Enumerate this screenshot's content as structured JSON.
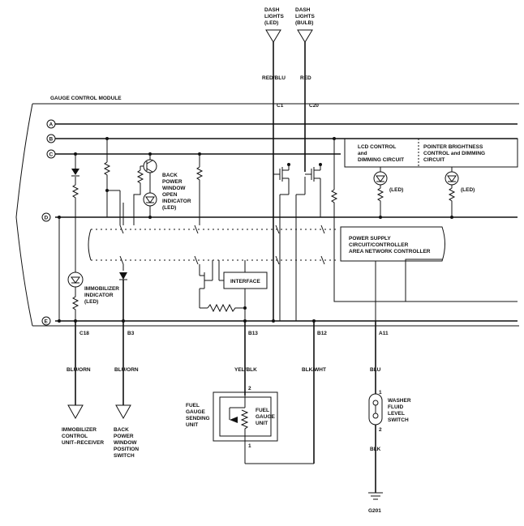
{
  "module_title": "GAUGE CONTROL MODULE",
  "buses": [
    "A",
    "B",
    "C",
    "D",
    "E"
  ],
  "dash_lights_led": [
    "DASH",
    "LIGHTS",
    "(LED)"
  ],
  "dash_lights_bulb": [
    "DASH",
    "LIGHTS",
    "(BULB)"
  ],
  "wire_red_blu": "RED/BLU",
  "wire_red": "RED",
  "pin_c1": "C1",
  "pin_c20": "C20",
  "back_window_indicator": [
    "BACK",
    "POWER",
    "WINDOW",
    "OPEN",
    "INDICATOR",
    "(LED)"
  ],
  "lcd_control": [
    "LCD CONTROL",
    "and",
    "DIMMING CIRCUIT"
  ],
  "pointer_brightness": [
    "POINTER BRIGHTNESS",
    "CONTROL and DIMMING",
    "CIRCUIT"
  ],
  "led_label": "(LED)",
  "power_supply": [
    "POWER SUPPLY",
    "CIRCUIT/CONTROLLER",
    "AREA NETWORK CONTROLLER"
  ],
  "interface": "INTERFACE",
  "immobilizer_indicator": [
    "IMMOBILIZER",
    "INDICATOR",
    "(LED)"
  ],
  "pin_c18": "C18",
  "pin_b3": "B3",
  "pin_b13": "B13",
  "pin_b12": "B12",
  "pin_a11": "A11",
  "wire_blu_orn": "BLU/ORN",
  "wire_yel_blk": "YEL/BLK",
  "wire_blk_wht": "BLK/WHT",
  "wire_blu": "BLU",
  "wire_blk": "BLK",
  "pin_2": "2",
  "pin_1": "1",
  "immobilizer_control": [
    "IMMOBILIZER",
    "CONTROL",
    "UNIT–RECEIVER"
  ],
  "back_window_switch": [
    "BACK",
    "POWER",
    "WINDOW",
    "POSITION",
    "SWITCH"
  ],
  "fuel_sending": [
    "FUEL",
    "GAUGE",
    "SENDING",
    "UNIT"
  ],
  "fuel_gauge_unit": [
    "FUEL",
    "GAUGE",
    "UNIT"
  ],
  "washer_switch": [
    "WASHER",
    "FLUID",
    "LEVEL",
    "SWITCH"
  ],
  "ground": "G201"
}
